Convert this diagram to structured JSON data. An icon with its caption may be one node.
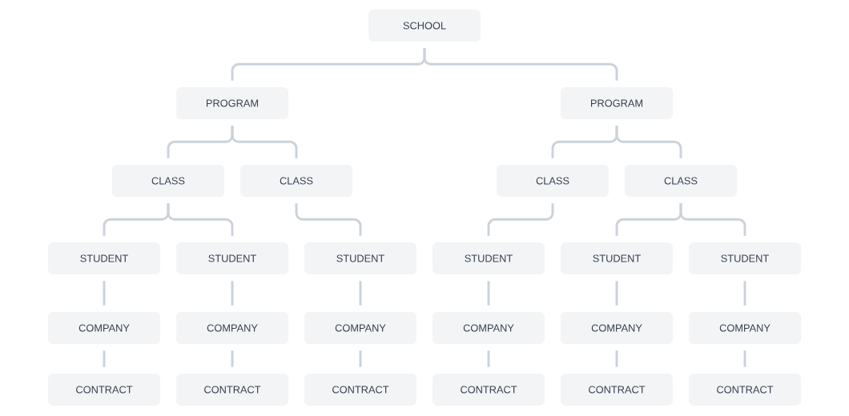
{
  "diagram": {
    "nodes": [
      {
        "text": [
          "SCHOOL"
        ]
      },
      {
        "text": [
          "PROGRAM"
        ]
      },
      {
        "text": [
          "PROGRAM"
        ]
      },
      {
        "text": [
          "CLASS"
        ]
      },
      {
        "text": [
          "CLASS"
        ]
      },
      {
        "text": [
          "CLASS"
        ]
      },
      {
        "text": [
          "CLASS"
        ]
      },
      {
        "text": [
          "STUDENT"
        ]
      },
      {
        "text": [
          "STUDENT"
        ]
      },
      {
        "text": [
          "STUDENT"
        ]
      },
      {
        "text": [
          "STUDENT"
        ]
      },
      {
        "text": [
          "STUDENT"
        ]
      },
      {
        "text": [
          "STUDENT"
        ]
      },
      {
        "text": [
          "COMPANY"
        ]
      },
      {
        "text": [
          "COMPANY"
        ]
      },
      {
        "text": [
          "COMPANY"
        ]
      },
      {
        "text": [
          "COMPANY"
        ]
      },
      {
        "text": [
          "COMPANY"
        ]
      },
      {
        "text": [
          "COMPANY"
        ]
      },
      {
        "text": [
          "CONTRACT"
        ]
      },
      {
        "text": [
          "CONTRACT"
        ]
      },
      {
        "text": [
          "CONTRACT"
        ]
      },
      {
        "text": [
          "CONTRACT"
        ]
      },
      {
        "text": [
          "CONTRACT"
        ]
      },
      {
        "text": [
          "CONTRACT"
        ]
      }
    ],
    "edges": [
      {
        "from": 0,
        "to": 1,
        "arrow": "none"
      },
      {
        "from": 0,
        "to": 2,
        "arrow": "none"
      },
      {
        "from": 1,
        "to": 3,
        "arrow": "none"
      },
      {
        "from": 1,
        "to": 4,
        "arrow": "none"
      },
      {
        "from": 2,
        "to": 5,
        "arrow": "none"
      },
      {
        "from": 2,
        "to": 6,
        "arrow": "none"
      },
      {
        "from": 3,
        "to": 7,
        "arrow": "none"
      },
      {
        "from": 3,
        "to": 8,
        "arrow": "none"
      },
      {
        "from": 4,
        "to": 9,
        "arrow": "none"
      },
      {
        "from": 5,
        "to": 10,
        "arrow": "none"
      },
      {
        "from": 6,
        "to": 11,
        "arrow": "none"
      },
      {
        "from": 6,
        "to": 12,
        "arrow": "none"
      },
      {
        "from": 7,
        "to": 13,
        "arrow": "none"
      },
      {
        "from": 8,
        "to": 14,
        "arrow": "none"
      },
      {
        "from": 9,
        "to": 15,
        "arrow": "none"
      },
      {
        "from": 10,
        "to": 16,
        "arrow": "none"
      },
      {
        "from": 11,
        "to": 17,
        "arrow": "none"
      },
      {
        "from": 12,
        "to": 18,
        "arrow": "none"
      },
      {
        "from": 13,
        "to": 19,
        "arrow": "none"
      },
      {
        "from": 14,
        "to": 20,
        "arrow": "none"
      },
      {
        "from": 15,
        "to": 21,
        "arrow": "none"
      },
      {
        "from": 16,
        "to": 22,
        "arrow": "none"
      },
      {
        "from": 17,
        "to": 23,
        "arrow": "none"
      },
      {
        "from": 18,
        "to": 24,
        "arrow": "none"
      }
    ]
  }
}
